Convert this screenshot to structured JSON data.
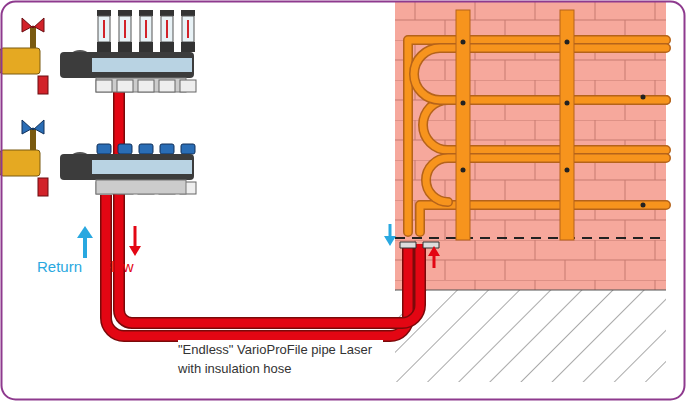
{
  "diagram": {
    "labels": [
      "Return",
      "Flow",
      "\"Endless\" VarioProFile pipe Laser with insulation hose"
    ]
  }
}
